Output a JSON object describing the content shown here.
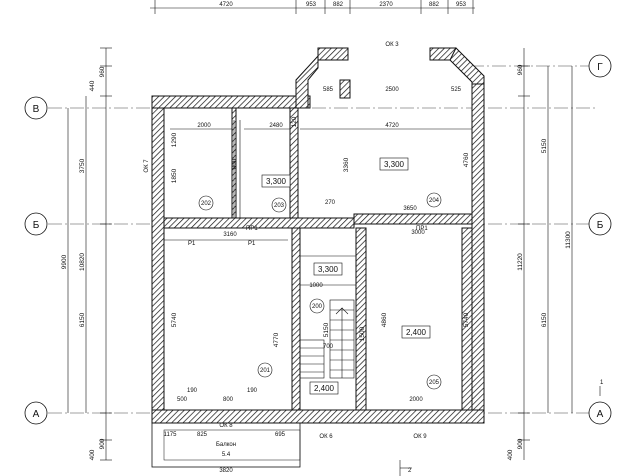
{
  "axes": {
    "rows": [
      {
        "id": "row-v",
        "label": "В"
      },
      {
        "id": "row-b",
        "label": "Б"
      },
      {
        "id": "row-a",
        "label": "А"
      },
      {
        "id": "row-g",
        "label": "Г"
      }
    ]
  },
  "top_dims": [
    "4720",
    "953",
    "882",
    "2370",
    "882",
    "953"
  ],
  "left_dims": [
    "440",
    "960",
    "3750",
    "9900",
    "10820",
    "6150",
    "900",
    "400"
  ],
  "right_dims": [
    "960",
    "5150",
    "11300",
    "11220",
    "6150",
    "900",
    "400"
  ],
  "windows": {
    "ok3": "ОК 3",
    "ok7": "ОК 7",
    "ok8": "ОК 8",
    "ok6": "ОК 6",
    "ok9": "ОК 9"
  },
  "rooms": [
    {
      "id": "r202",
      "label": "202"
    },
    {
      "id": "r203",
      "label": "203"
    },
    {
      "id": "r204",
      "label": "204"
    },
    {
      "id": "r200",
      "label": "200"
    },
    {
      "id": "r201",
      "label": "201"
    },
    {
      "id": "r205",
      "label": "205"
    }
  ],
  "levels": {
    "l1": "3,300",
    "l2": "3,300",
    "l3": "3,300",
    "l4": "2,400",
    "l5": "2,400"
  },
  "labels": {
    "p1a": "Р1",
    "p1b": "Р1",
    "pr1": "ПР1",
    "pr2": "ПР1",
    "balcony": "Балкон",
    "balcony_num": "5.4",
    "bottom_dim": "3820",
    "sheet_mark": "2",
    "mark_1": "1"
  },
  "inner_dims": {
    "d2000": "2000",
    "d2480": "2480",
    "d4720": "4720",
    "d2500": "2500",
    "d3360": "3360",
    "d4760": "4760",
    "d3650": "3650",
    "d5150": "5150",
    "d4860": "4860",
    "d5740a": "5740",
    "d5740b": "5740",
    "d4770": "4770",
    "d1000": "1000",
    "d3000": "3000",
    "d190a": "190",
    "d190b": "190",
    "d500": "500",
    "d800": "800",
    "d825": "825",
    "d695": "695",
    "d1175": "1175",
    "d1290": "1290",
    "d1850": "1850",
    "d120": "120",
    "d585": "585",
    "d525": "525",
    "d270": "270",
    "d700": "700",
    "d1500": "1500",
    "d3160": "3160"
  }
}
